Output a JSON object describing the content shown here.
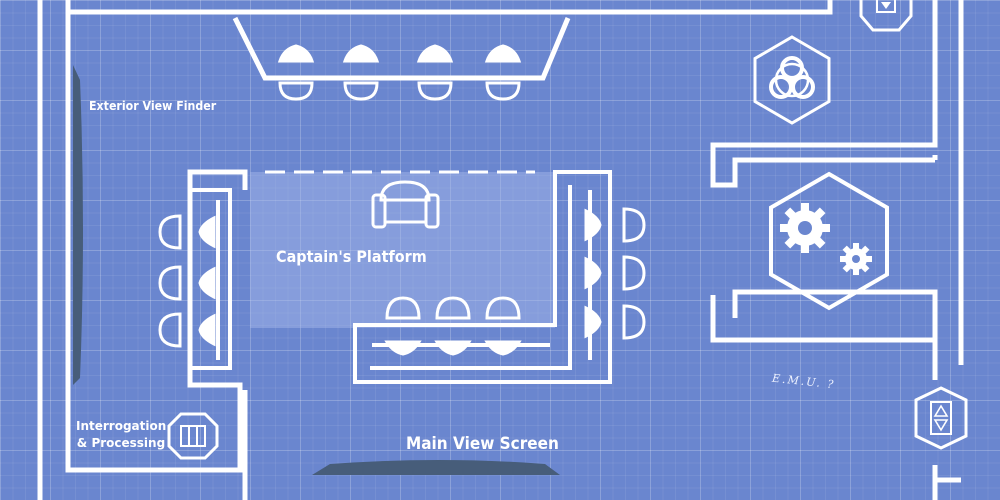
{
  "title": "",
  "colors": {
    "background": "#6a86cf",
    "wall": "#ffffff",
    "screen": "#4a5f78",
    "platform_highlight": "#9fb2e6"
  },
  "labels": {
    "exterior_view_finder": "Exterior View Finder",
    "captains_platform": "Captain's Platform",
    "interrogation_processing": "Interrogation & Processing",
    "main_view_screen": "Main View Screen",
    "emu_note": "E.M.U. ?"
  },
  "icons": {
    "biohazard": "biohazard-icon",
    "engineering": "gears-icon",
    "elevator": "elevator-icon",
    "interrogation": "cell-bars-icon",
    "captain_chair": "captain-chair-icon",
    "console_seat": "console-seat-icon"
  }
}
